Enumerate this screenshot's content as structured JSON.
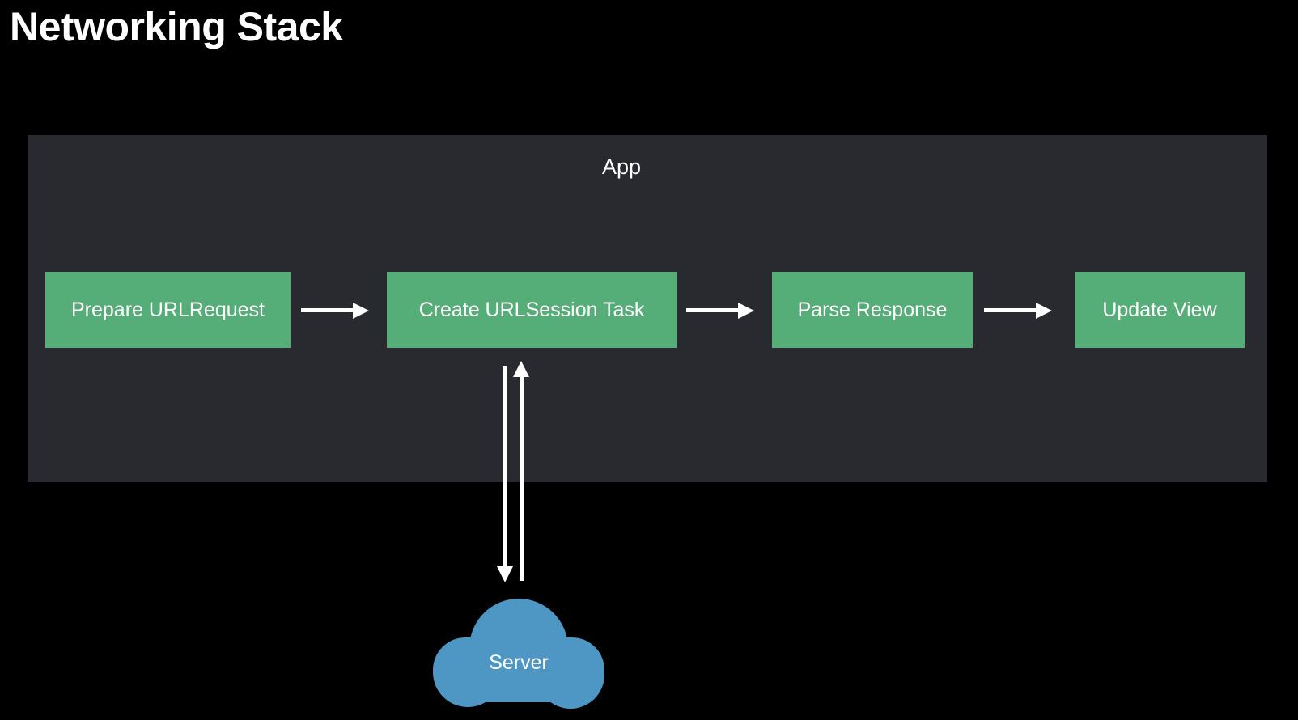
{
  "page": {
    "title": "Networking Stack",
    "background_color": "#000000"
  },
  "diagram": {
    "type": "flowchart",
    "container": {
      "label": "App",
      "fill_color": "#282A30"
    },
    "node_fill_color": "#55AE78",
    "node_text_color": "#FFFFFF",
    "nodes": [
      {
        "id": "prepare",
        "label": "Prepare URLRequest"
      },
      {
        "id": "create",
        "label": "Create URLSession Task"
      },
      {
        "id": "parse",
        "label": "Parse Response"
      },
      {
        "id": "update",
        "label": "Update View"
      }
    ],
    "external": {
      "id": "server",
      "label": "Server",
      "shape": "cloud",
      "fill_color": "#4E97C4"
    },
    "edges": [
      {
        "from": "prepare",
        "to": "create",
        "direction": "right"
      },
      {
        "from": "create",
        "to": "parse",
        "direction": "right"
      },
      {
        "from": "parse",
        "to": "update",
        "direction": "right"
      },
      {
        "from": "create",
        "to": "server",
        "direction": "down"
      },
      {
        "from": "server",
        "to": "create",
        "direction": "up"
      }
    ],
    "edge_color": "#FFFFFF"
  }
}
